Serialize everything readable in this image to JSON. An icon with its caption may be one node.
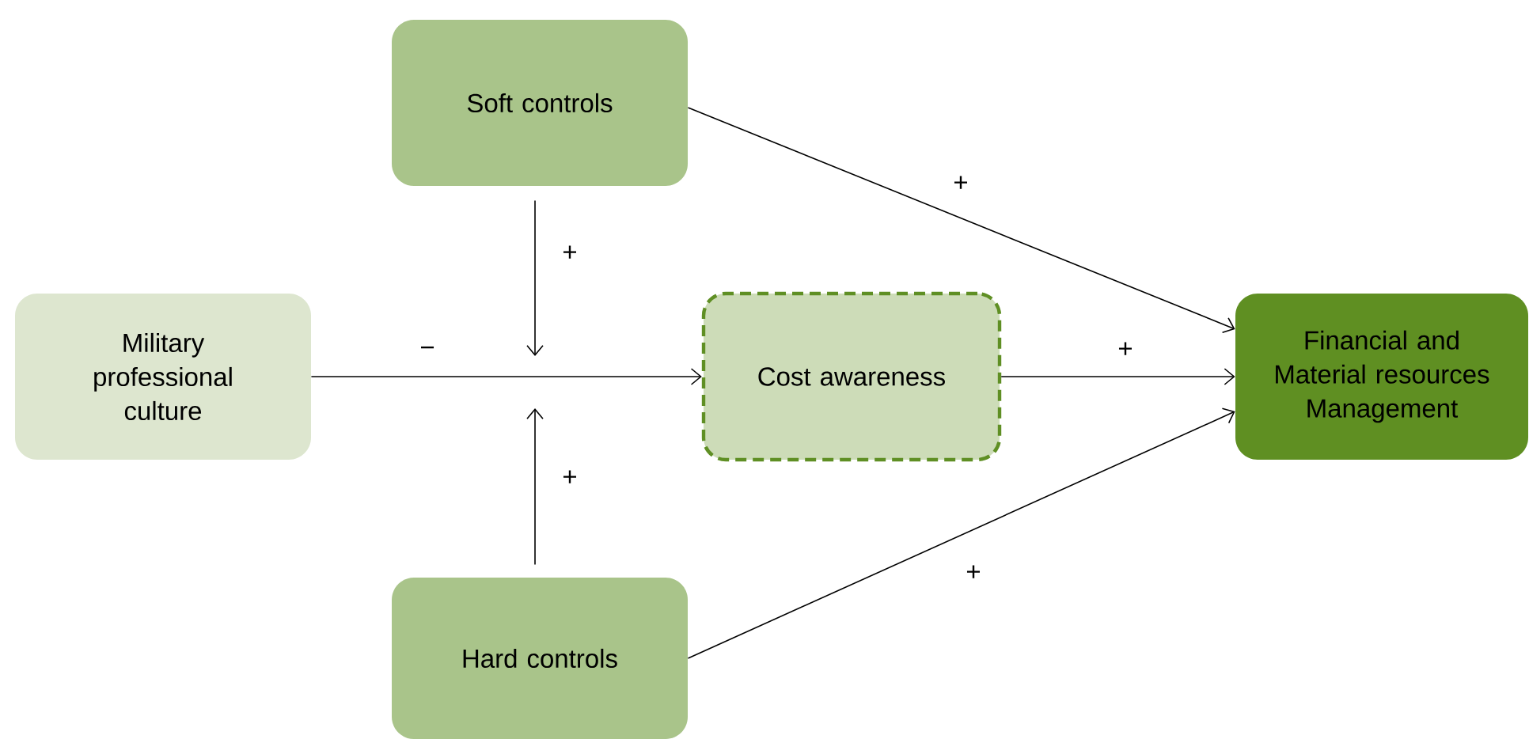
{
  "diagram": {
    "nodes": [
      {
        "text": [
          "Soft controls"
        ]
      },
      {
        "text": [
          "Military professional culture"
        ]
      },
      {
        "text": [
          "Cost awareness"
        ]
      },
      {
        "text": [
          "Financial and Material resources Management"
        ]
      },
      {
        "text": [
          "Hard controls"
        ]
      }
    ],
    "edges": [
      {
        "from": 1,
        "to": 2,
        "arrow": "to",
        "label": "−"
      },
      {
        "from": 0,
        "to": null,
        "arrow": "to",
        "label": "+"
      },
      {
        "from": 4,
        "to": null,
        "arrow": "to",
        "label": "+"
      },
      {
        "from": 0,
        "to": 3,
        "arrow": "to",
        "label": "+"
      },
      {
        "from": 2,
        "to": 3,
        "arrow": "to",
        "label": "+"
      },
      {
        "from": 4,
        "to": 3,
        "arrow": "to",
        "label": "+"
      }
    ]
  }
}
